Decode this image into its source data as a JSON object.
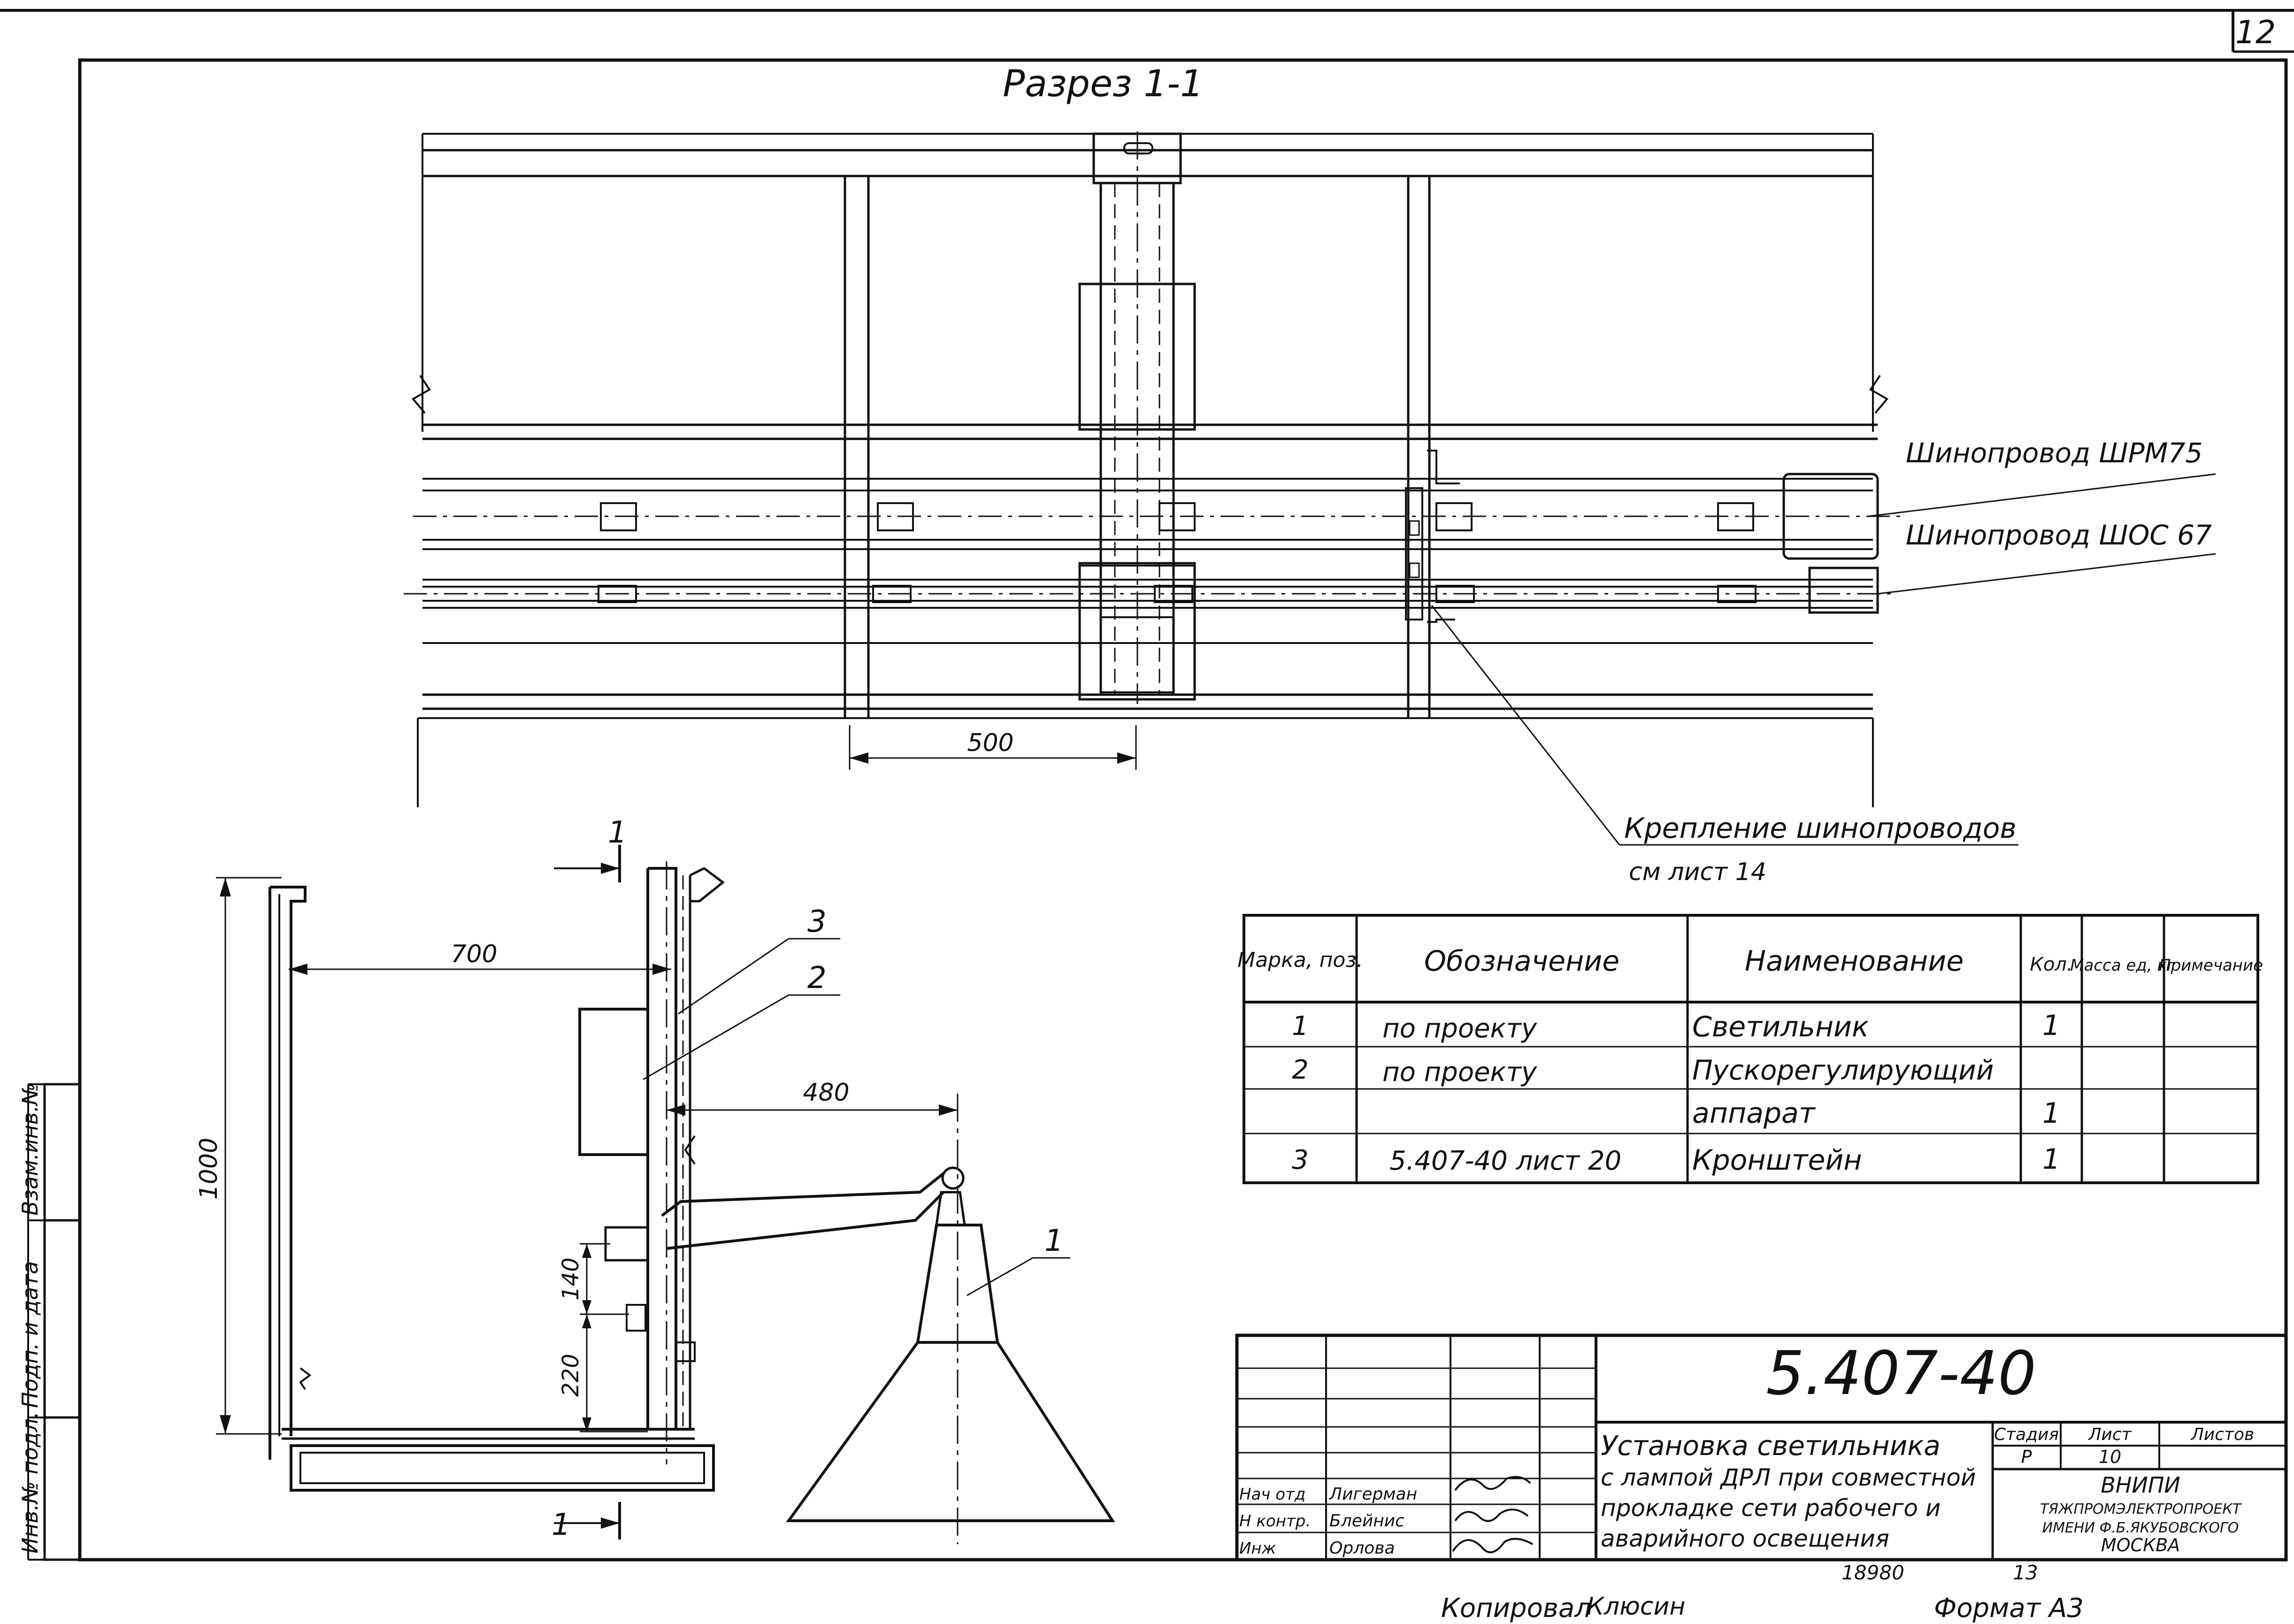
{
  "sheet": {
    "page_number": "12",
    "section_title": "Разрез 1-1",
    "format": "Формат А3",
    "copied_by": "Копировал",
    "copier_signature": "Клюсин",
    "archive_number": "18980",
    "archive_sheet": "13"
  },
  "section_view": {
    "dim_500": "500",
    "label_wrm": "Шинопровод ШРМ75",
    "label_shos": "Шинопровод ШОС 67",
    "label_mount": "Крепление шинопроводов",
    "label_mount_ref": "см лист 14"
  },
  "side_view": {
    "section_mark_top": "1",
    "section_mark_bottom": "1",
    "dim_700": "700",
    "dim_480": "480",
    "dim_1000": "1000",
    "dim_140": "140",
    "dim_220": "220",
    "callout_1": "1",
    "callout_2": "2",
    "callout_3": "3"
  },
  "spec_table": {
    "headers": [
      "Марка, поз.",
      "Обозначение",
      "Наименование",
      "Кол.",
      "Масса ед, кг",
      "Примечание"
    ],
    "rows": [
      [
        "1",
        "по проекту",
        "Светильник",
        "1",
        "",
        ""
      ],
      [
        "2",
        "по проекту",
        "Пускорегулирующий",
        "",
        "",
        ""
      ],
      [
        "",
        "",
        "аппарат",
        "1",
        "",
        ""
      ],
      [
        "3",
        "5.407-40 лист 20",
        "Кронштейн",
        "1",
        "",
        ""
      ]
    ]
  },
  "title_block": {
    "doc_code": "5.407-40",
    "title_lines": [
      "Установка светильника",
      "с лампой ДРЛ при совместной",
      "прокладке сети рабочего и",
      "аварийного освещения"
    ],
    "stage_header": "Стадия",
    "sheet_header": "Лист",
    "sheets_header": "Листов",
    "stage_value": "Р",
    "sheet_value": "10",
    "org_lines": [
      "ВНИПИ",
      "ТЯЖПРОМЭЛЕКТРОПРОЕКТ",
      "ИМЕНИ Ф.Б.ЯКУБОВСКОГО",
      "МОСКВА"
    ],
    "roles": [
      {
        "role": "Нач отд",
        "name": "Лигерман"
      },
      {
        "role": "Н контр.",
        "name": "Блейнис"
      },
      {
        "role": "Инж",
        "name": "Орлова"
      }
    ]
  },
  "side_stamp": [
    "Инв.№ подл.",
    "Подп. и дата",
    "Взам.инв.№"
  ]
}
